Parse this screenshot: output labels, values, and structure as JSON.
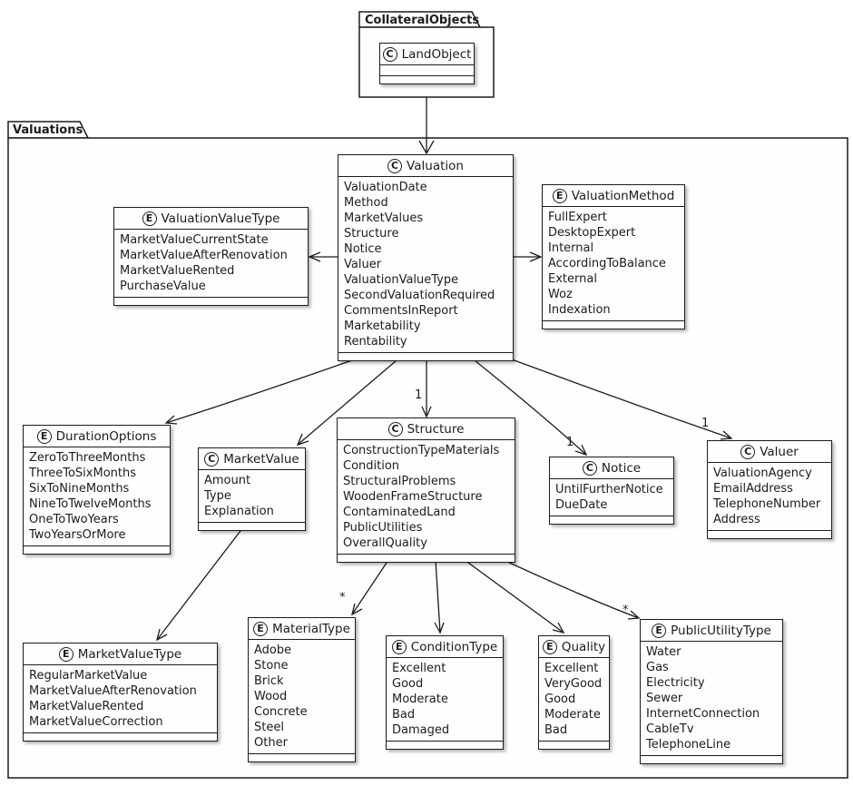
{
  "diagram": {
    "packages": {
      "collateral_objects": {
        "name": "CollateralObjects"
      },
      "valuations": {
        "name": "Valuations"
      }
    },
    "classes": {
      "land_object": {
        "stereotype": "C",
        "name": "LandObject",
        "attributes": []
      },
      "valuation": {
        "stereotype": "C",
        "name": "Valuation",
        "attributes": [
          "ValuationDate",
          "Method",
          "MarketValues",
          "Structure",
          "Notice",
          "Valuer",
          "ValuationValueType",
          "SecondValuationRequired",
          "CommentsInReport",
          "Marketability",
          "Rentability"
        ]
      },
      "valuation_value_type": {
        "stereotype": "E",
        "name": "ValuationValueType",
        "attributes": [
          "MarketValueCurrentState",
          "MarketValueAfterRenovation",
          "MarketValueRented",
          "PurchaseValue"
        ]
      },
      "valuation_method": {
        "stereotype": "E",
        "name": "ValuationMethod",
        "attributes": [
          "FullExpert",
          "DesktopExpert",
          "Internal",
          "AccordingToBalance",
          "External",
          "Woz",
          "Indexation"
        ]
      },
      "duration_options": {
        "stereotype": "E",
        "name": "DurationOptions",
        "attributes": [
          "ZeroToThreeMonths",
          "ThreeToSixMonths",
          "SixToNineMonths",
          "NineToTwelveMonths",
          "OneToTwoYears",
          "TwoYearsOrMore"
        ]
      },
      "market_value": {
        "stereotype": "C",
        "name": "MarketValue",
        "attributes": [
          "Amount",
          "Type",
          "Explanation"
        ]
      },
      "structure": {
        "stereotype": "C",
        "name": "Structure",
        "attributes": [
          "ConstructionTypeMaterials",
          "Condition",
          "StructuralProblems",
          "WoodenFrameStructure",
          "ContaminatedLand",
          "PublicUtilities",
          "OverallQuality"
        ]
      },
      "notice": {
        "stereotype": "C",
        "name": "Notice",
        "attributes": [
          "UntilFurtherNotice",
          "DueDate"
        ]
      },
      "valuer": {
        "stereotype": "C",
        "name": "Valuer",
        "attributes": [
          "ValuationAgency",
          "EmailAddress",
          "TelephoneNumber",
          "Address"
        ]
      },
      "market_value_type": {
        "stereotype": "E",
        "name": "MarketValueType",
        "attributes": [
          "RegularMarketValue",
          "MarketValueAfterRenovation",
          "MarketValueRented",
          "MarketValueCorrection"
        ]
      },
      "material_type": {
        "stereotype": "E",
        "name": "MaterialType",
        "attributes": [
          "Adobe",
          "Stone",
          "Brick",
          "Wood",
          "Concrete",
          "Steel",
          "Other"
        ]
      },
      "condition_type": {
        "stereotype": "E",
        "name": "ConditionType",
        "attributes": [
          "Excellent",
          "Good",
          "Moderate",
          "Bad",
          "Damaged"
        ]
      },
      "quality": {
        "stereotype": "E",
        "name": "Quality",
        "attributes": [
          "Excellent",
          "VeryGood",
          "Good",
          "Moderate",
          "Bad"
        ]
      },
      "public_utility_type": {
        "stereotype": "E",
        "name": "PublicUtilityType",
        "attributes": [
          "Water",
          "Gas",
          "Electricity",
          "Sewer",
          "InternetConnection",
          "CableTv",
          "TelephoneLine"
        ]
      }
    },
    "edge_labels": {
      "valuation_structure": "1",
      "valuation_notice": "1",
      "valuation_valuer": "1",
      "structure_material_type": "*",
      "structure_public_utility_type": "*"
    },
    "colors": {
      "line": "#1c1c1c",
      "box_fill": "#fefefe",
      "background": "#ffffff"
    }
  }
}
